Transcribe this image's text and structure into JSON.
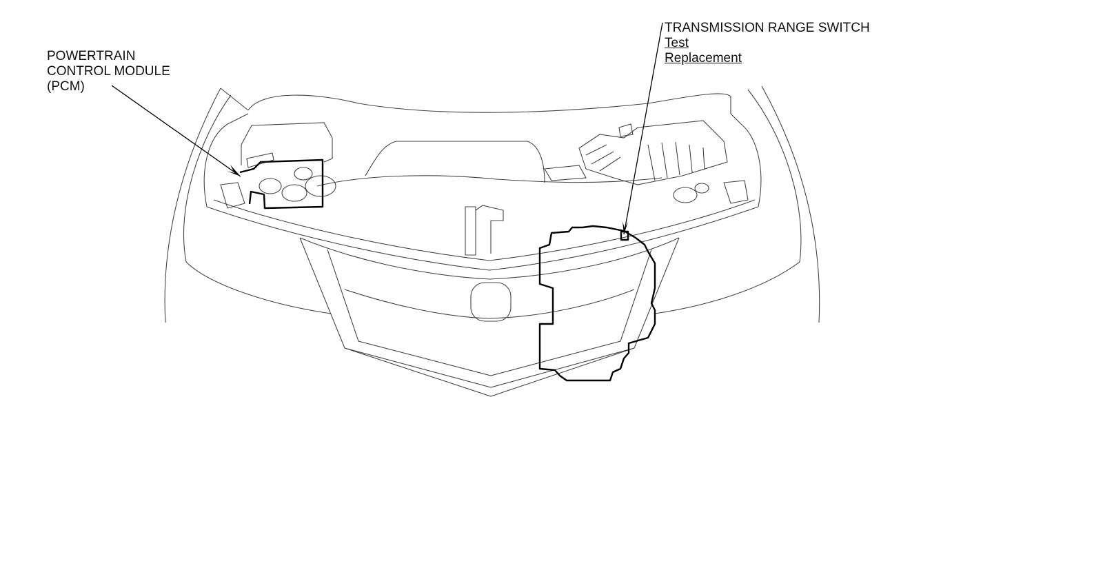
{
  "callouts": {
    "pcm": {
      "lines": [
        "POWERTRAIN",
        "CONTROL MODULE",
        "(PCM)"
      ]
    },
    "trs": {
      "title": "TRANSMISSION RANGE SWITCH",
      "links": [
        "Test",
        "Replacement"
      ]
    }
  },
  "colors": {
    "line": "#444444",
    "highlight": "#000000",
    "background": "#ffffff"
  }
}
